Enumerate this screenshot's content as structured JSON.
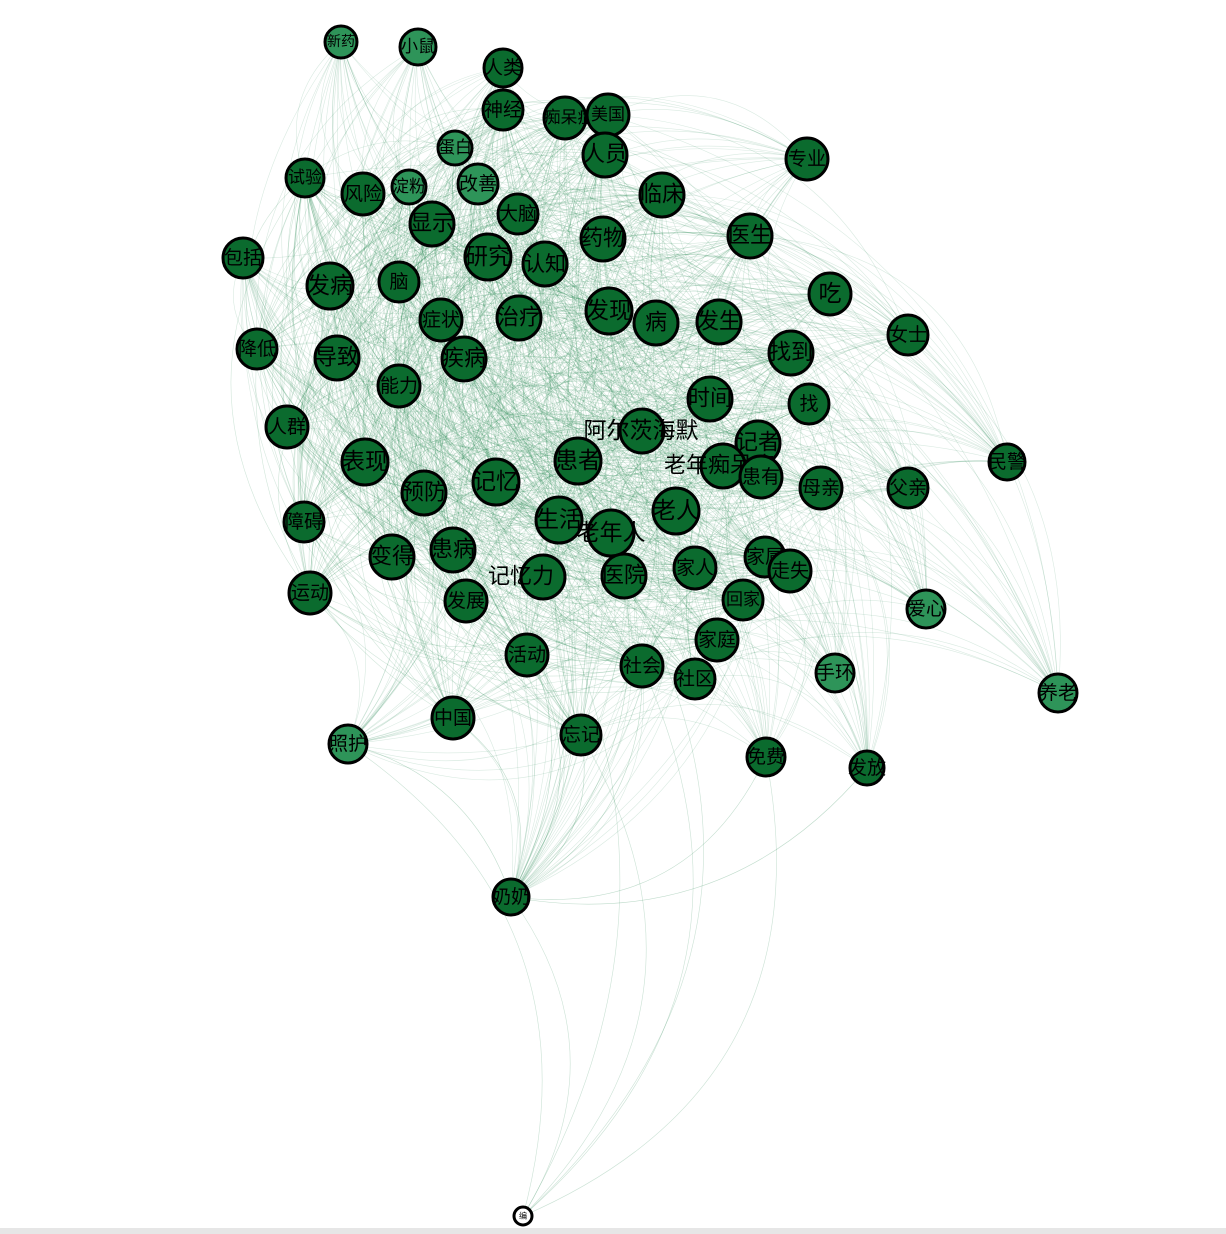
{
  "colors": {
    "edge": "#2e8b57",
    "node_dark": "#0b6b2e",
    "node_light": "#2e9459",
    "node_border": "#000000"
  },
  "nodes": [
    {
      "id": "新药",
      "label": "新药"
    },
    {
      "id": "小鼠",
      "label": "小鼠"
    },
    {
      "id": "人类",
      "label": "人类"
    },
    {
      "id": "神经",
      "label": "神经"
    },
    {
      "id": "痴呆症",
      "label": "痴呆症"
    },
    {
      "id": "美国",
      "label": "美国"
    },
    {
      "id": "蛋白",
      "label": "蛋白"
    },
    {
      "id": "人员",
      "label": "人员"
    },
    {
      "id": "专业",
      "label": "专业"
    },
    {
      "id": "试验",
      "label": "试验"
    },
    {
      "id": "风险",
      "label": "风险"
    },
    {
      "id": "淀粉",
      "label": "淀粉"
    },
    {
      "id": "改善",
      "label": "改善"
    },
    {
      "id": "临床",
      "label": "临床"
    },
    {
      "id": "显示",
      "label": "显示"
    },
    {
      "id": "大脑",
      "label": "大脑"
    },
    {
      "id": "医生",
      "label": "医生"
    },
    {
      "id": "药物",
      "label": "药物"
    },
    {
      "id": "包括",
      "label": "包括"
    },
    {
      "id": "研究",
      "label": "研究"
    },
    {
      "id": "认知",
      "label": "认知"
    },
    {
      "id": "发病",
      "label": "发病"
    },
    {
      "id": "脑",
      "label": "脑"
    },
    {
      "id": "吃",
      "label": "吃"
    },
    {
      "id": "女士",
      "label": "女士"
    },
    {
      "id": "症状",
      "label": "症状"
    },
    {
      "id": "治疗",
      "label": "治疗"
    },
    {
      "id": "发现",
      "label": "发现"
    },
    {
      "id": "病",
      "label": "病"
    },
    {
      "id": "发生",
      "label": "发生"
    },
    {
      "id": "降低",
      "label": "降低"
    },
    {
      "id": "导致",
      "label": "导致"
    },
    {
      "id": "疾病",
      "label": "疾病"
    },
    {
      "id": "找到",
      "label": "找到"
    },
    {
      "id": "能力",
      "label": "能力"
    },
    {
      "id": "时间",
      "label": "时间"
    },
    {
      "id": "找",
      "label": "找"
    },
    {
      "id": "人群",
      "label": "人群"
    },
    {
      "id": "阿尔茨海默",
      "label": "阿尔茨海默"
    },
    {
      "id": "记者",
      "label": "记者"
    },
    {
      "id": "民警",
      "label": "民警"
    },
    {
      "id": "表现",
      "label": "表现"
    },
    {
      "id": "患者",
      "label": "患者"
    },
    {
      "id": "记忆",
      "label": "记忆"
    },
    {
      "id": "老年痴呆症",
      "label": "老年痴呆症"
    },
    {
      "id": "患有",
      "label": "患有"
    },
    {
      "id": "母亲",
      "label": "母亲"
    },
    {
      "id": "父亲",
      "label": "父亲"
    },
    {
      "id": "预防",
      "label": "预防"
    },
    {
      "id": "老人",
      "label": "老人"
    },
    {
      "id": "障碍",
      "label": "障碍"
    },
    {
      "id": "生活",
      "label": "生活"
    },
    {
      "id": "老年人",
      "label": "老年人"
    },
    {
      "id": "变得",
      "label": "变得"
    },
    {
      "id": "患病",
      "label": "患病"
    },
    {
      "id": "家属",
      "label": "家属"
    },
    {
      "id": "走失",
      "label": "走失"
    },
    {
      "id": "家人",
      "label": "家人"
    },
    {
      "id": "运动",
      "label": "运动"
    },
    {
      "id": "记忆力",
      "label": "记忆力"
    },
    {
      "id": "医院",
      "label": "医院"
    },
    {
      "id": "回家",
      "label": "回家"
    },
    {
      "id": "发展",
      "label": "发展"
    },
    {
      "id": "爱心",
      "label": "爱心"
    },
    {
      "id": "家庭",
      "label": "家庭"
    },
    {
      "id": "活动",
      "label": "活动"
    },
    {
      "id": "社会",
      "label": "社会"
    },
    {
      "id": "手环",
      "label": "手环"
    },
    {
      "id": "社区",
      "label": "社区"
    },
    {
      "id": "养老",
      "label": "养老"
    },
    {
      "id": "中国",
      "label": "中国"
    },
    {
      "id": "照护",
      "label": "照护"
    },
    {
      "id": "忘记",
      "label": "忘记"
    },
    {
      "id": "免费",
      "label": "免费"
    },
    {
      "id": "发放",
      "label": "发放"
    },
    {
      "id": "奶奶",
      "label": "奶奶"
    },
    {
      "id": "isolated",
      "label": "编"
    }
  ]
}
